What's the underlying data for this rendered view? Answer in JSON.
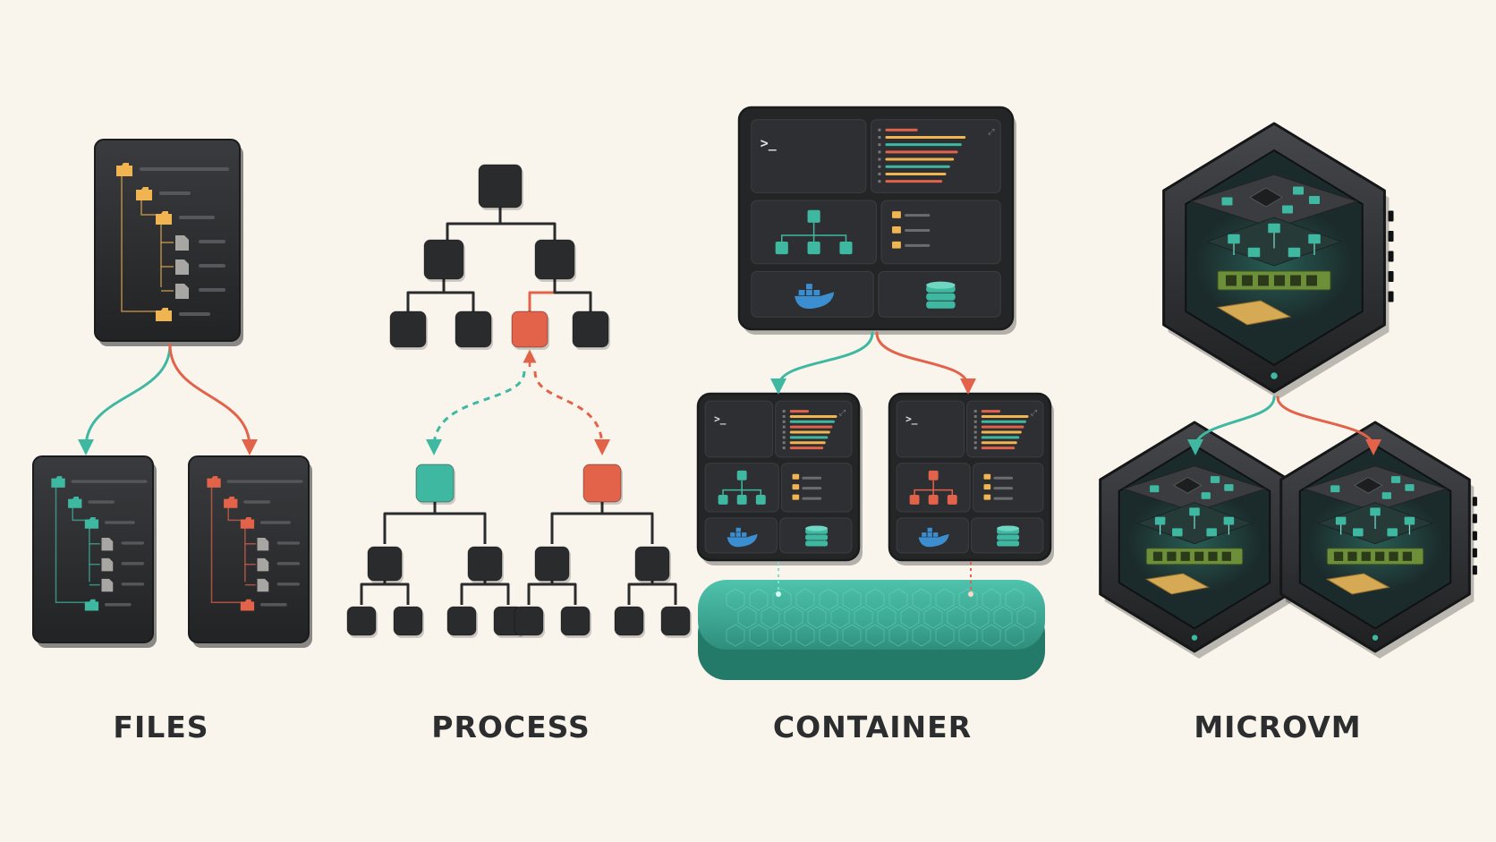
{
  "columns": [
    {
      "id": "files",
      "label": "FILES"
    },
    {
      "id": "process",
      "label": "PROCESS"
    },
    {
      "id": "container",
      "label": "CONTAINER"
    },
    {
      "id": "microvm",
      "label": "MICROVM"
    }
  ],
  "terminal_prompt": ">_",
  "colors": {
    "background": "#faf5ec",
    "panel": "#2a2b2d",
    "panel_edge": "#1a1b1d",
    "teal": "#3fb8a2",
    "coral": "#e2624a",
    "folder": "#f0b450",
    "file": "#a8a6a2",
    "ram": "#6d8f3a",
    "label": "#2c2d2f"
  }
}
